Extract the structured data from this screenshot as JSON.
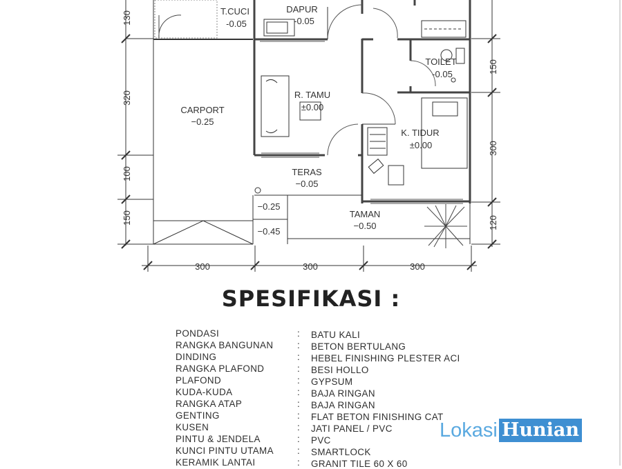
{
  "plan": {
    "rooms": {
      "tcuci": {
        "name": "T.CUCI",
        "level": "-0.05"
      },
      "dapur": {
        "name": "DAPUR",
        "level": "-0.05"
      },
      "toilet": {
        "name": "TOILET",
        "level": "-0.05"
      },
      "carport": {
        "name": "CARPORT",
        "level": "−0.25"
      },
      "ruang_tamu": {
        "name": "R. TAMU",
        "level": "±0.00"
      },
      "kamar_tidur": {
        "name": "K. TIDUR",
        "level": "±0.00"
      },
      "teras": {
        "name": "TERAS",
        "level": "−0.05"
      },
      "taman": {
        "name": "TAMAN",
        "level": "−0.50"
      },
      "step1": {
        "level": "−0.25"
      },
      "step2": {
        "level": "−0.45"
      }
    },
    "dims_left": [
      "130",
      "320",
      "100",
      "150"
    ],
    "dims_right": [
      "150",
      "300",
      "120"
    ],
    "dims_bottom": [
      "300",
      "300",
      "300"
    ]
  },
  "spec": {
    "title": "SPESIFIKASI :",
    "separator": ":",
    "rows": [
      {
        "label": "PONDASI",
        "value": "BATU KALI"
      },
      {
        "label": "RANGKA BANGUNAN",
        "value": "BETON BERTULANG"
      },
      {
        "label": "DINDING",
        "value": "HEBEL FINISHING PLESTER ACI"
      },
      {
        "label": "RANGKA PLAFOND",
        "value": "BESI HOLLO"
      },
      {
        "label": "PLAFOND",
        "value": "GYPSUM"
      },
      {
        "label": "KUDA-KUDA",
        "value": "BAJA RINGAN"
      },
      {
        "label": "RANGKA ATAP",
        "value": "BAJA RINGAN"
      },
      {
        "label": "GENTING",
        "value": "FLAT BETON FINISHING CAT"
      },
      {
        "label": "KUSEN",
        "value": "JATI PANEL / PVC"
      },
      {
        "label": "PINTU & JENDELA",
        "value": "PVC"
      },
      {
        "label": "KUNCI PINTU UTAMA",
        "value": "SMARTLOCK"
      },
      {
        "label": "KERAMIK LANTAI",
        "value": "GRANIT TILE 60 X 60"
      }
    ]
  },
  "watermark": {
    "part1": "Lokasi",
    "part2": "Hunian"
  },
  "colors": {
    "line": "#333333",
    "wall": "#444444",
    "watermark_light": "#5aa9e0",
    "watermark_box": "#3e8fd2"
  }
}
